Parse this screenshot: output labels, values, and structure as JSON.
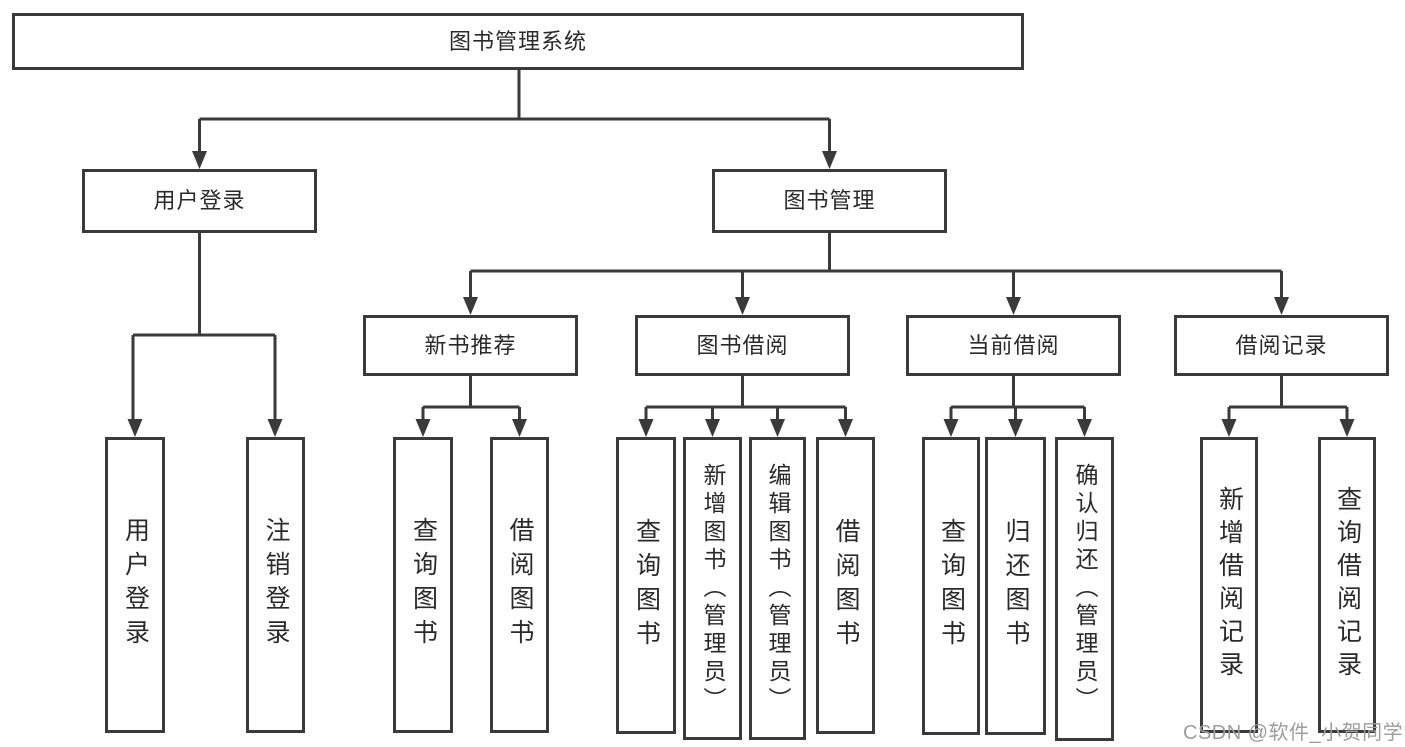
{
  "diagram": {
    "root": {
      "label": "图书管理系统"
    },
    "branches": [
      {
        "label": "用户登录"
      },
      {
        "label": "图书管理"
      }
    ],
    "modules": [
      {
        "label": "新书推荐"
      },
      {
        "label": "图书借阅"
      },
      {
        "label": "当前借阅"
      },
      {
        "label": "借阅记录"
      }
    ],
    "functions": [
      {
        "label": "用户登录"
      },
      {
        "label": "注销登录"
      },
      {
        "label": "查询图书"
      },
      {
        "label": "借阅图书"
      },
      {
        "label": "查询图书"
      },
      {
        "label": "新增图书（管理员）"
      },
      {
        "label": "编辑图书（管理员）"
      },
      {
        "label": "借阅图书"
      },
      {
        "label": "查询图书"
      },
      {
        "label": "归还图书"
      },
      {
        "label": "确认归还（管理员）"
      },
      {
        "label": "新增借阅记录"
      },
      {
        "label": "查询借阅记录"
      }
    ]
  },
  "watermark": "CSDN @软件_小贺同学",
  "colors": {
    "line": "#3a3a3a",
    "text": "#2a2a2a",
    "wm": "#9d9d9d",
    "bg": "#ffffff"
  }
}
